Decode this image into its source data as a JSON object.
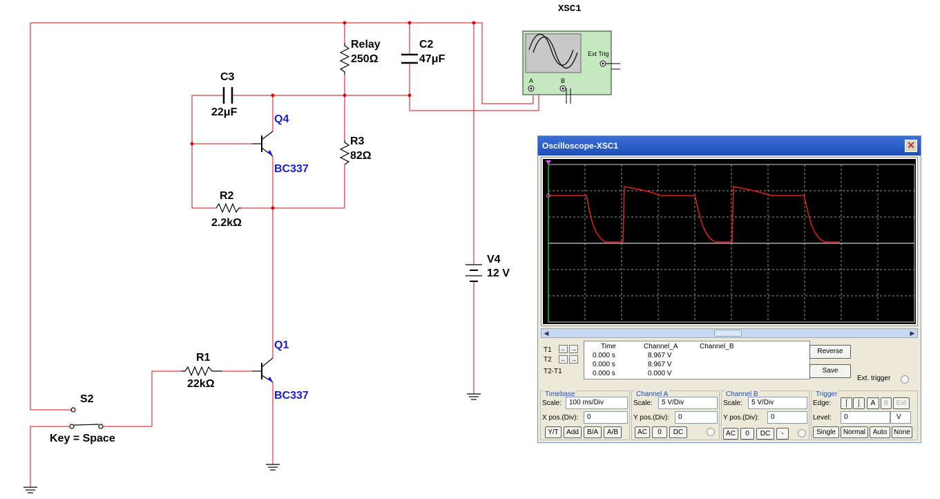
{
  "schematic": {
    "scope_ref": "XSC1",
    "relay": {
      "name": "Relay",
      "value": "250Ω"
    },
    "c2": {
      "name": "C2",
      "value": "47μF"
    },
    "c3": {
      "name": "C3",
      "value": "22μF"
    },
    "q4": {
      "name": "Q4",
      "model": "BC337"
    },
    "r3": {
      "name": "R3",
      "value": "82Ω"
    },
    "r2": {
      "name": "R2",
      "value": "2.2kΩ"
    },
    "v4": {
      "name": "V4",
      "value": "12 V"
    },
    "q1": {
      "name": "Q1",
      "model": "BC337"
    },
    "r1": {
      "name": "R1",
      "value": "22kΩ"
    },
    "s2": {
      "name": "S2",
      "key": "Key = Space"
    },
    "scope_labels": {
      "ext_trig": "Ext Trig",
      "a": "A",
      "b": "B"
    }
  },
  "oscilloscope": {
    "title": "Oscilloscope-XSC1",
    "close": "✕",
    "trace_color": "#e02020",
    "readout": {
      "headers": [
        "Time",
        "Channel_A",
        "Channel_B"
      ],
      "rows": [
        {
          "label": "T1",
          "time": "0.000 s",
          "a": "8.967 V",
          "b": ""
        },
        {
          "label": "T2",
          "time": "0.000 s",
          "a": "8.967 V",
          "b": ""
        },
        {
          "label": "T2-T1",
          "time": "0.000 s",
          "a": "0.000 V",
          "b": ""
        }
      ]
    },
    "reverse": "Reverse",
    "save": "Save",
    "ext_trigger": "Ext. trigger",
    "timebase": {
      "title": "Timebase",
      "scale_label": "Scale:",
      "scale": "100 ms/Div",
      "xpos_label": "X pos.(Div):",
      "xpos": "0",
      "buttons": [
        "Y/T",
        "Add",
        "B/A",
        "A/B"
      ]
    },
    "channel_a": {
      "title": "Channel A",
      "scale_label": "Scale:",
      "scale": "5  V/Div",
      "ypos_label": "Y pos.(Div):",
      "ypos": "0",
      "buttons": [
        "AC",
        "0",
        "DC"
      ]
    },
    "channel_b": {
      "title": "Channel B",
      "scale_label": "Scale:",
      "scale": "5  V/Div",
      "ypos_label": "Y pos.(Div):",
      "ypos": "0",
      "buttons": [
        "AC",
        "0",
        "DC",
        "-"
      ]
    },
    "trigger": {
      "title": "Trigger",
      "edge_label": "Edge:",
      "level_label": "Level:",
      "level": "0",
      "level_unit": "V",
      "source_buttons": [
        "A",
        "B",
        "Ext"
      ],
      "mode_buttons": [
        "Single",
        "Normal",
        "Auto",
        "None"
      ]
    }
  }
}
